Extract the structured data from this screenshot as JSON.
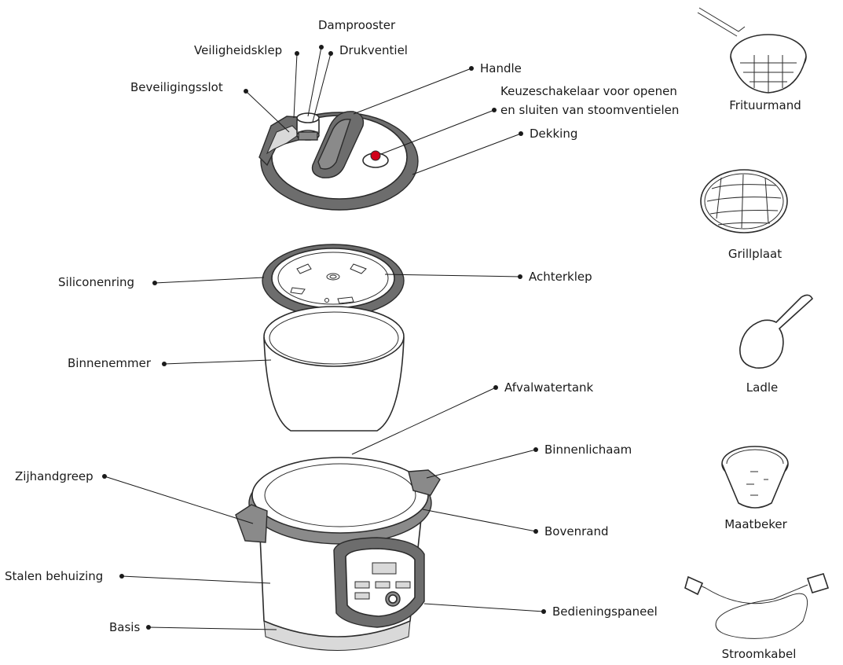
{
  "labels": {
    "damprooster": "Damprooster",
    "veiligheidsklep": "Veiligheidsklep",
    "drukventiel": "Drukventiel",
    "beveiligingsslot": "Beveiligingsslot",
    "handle": "Handle",
    "keuzeschakelaar_line1": "Keuzeschakelaar voor openen",
    "keuzeschakelaar_line2": "en sluiten van stoomventielen",
    "dekking": "Dekking",
    "siliconenring": "Siliconenring",
    "achterklep": "Achterklep",
    "binnenemmer": "Binnenemmer",
    "afvalwatertank": "Afvalwatertank",
    "binnenlichaam": "Binnenlichaam",
    "zijhandgreep": "Zijhandgreep",
    "bovenrand": "Bovenrand",
    "stalen_behuizing": "Stalen behuizing",
    "bedieningspaneel": "Bedieningspaneel",
    "basis": "Basis"
  },
  "accessories": {
    "frituurmand": "Frituurmand",
    "grillplaat": "Grillplaat",
    "ladle": "Ladle",
    "maatbeker": "Maatbeker",
    "stroomkabel": "Stroomkabel"
  },
  "colors": {
    "accent_red": "#d0021b",
    "lid_grey": "#8a8a8a",
    "line": "#1a1a1a"
  }
}
